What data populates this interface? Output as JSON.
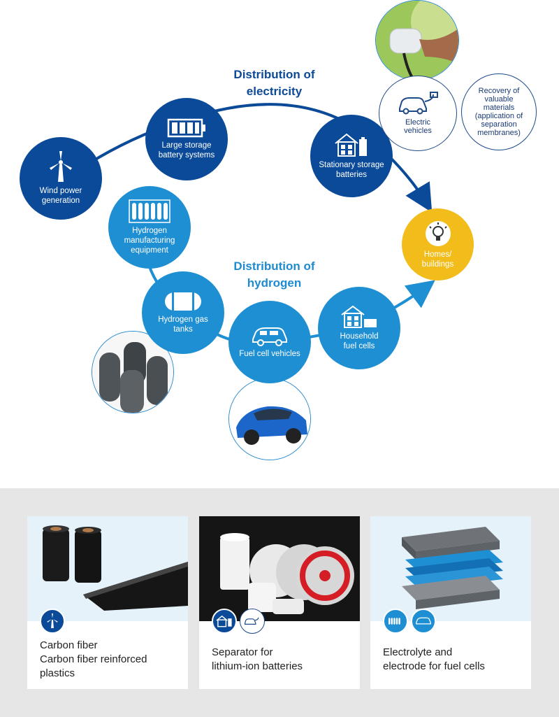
{
  "headings": {
    "electricity": [
      "Distribution of",
      "electricity"
    ],
    "hydrogen": [
      "Distribution of",
      "hydrogen"
    ]
  },
  "nodes": {
    "wind": [
      "Wind power",
      "generation"
    ],
    "large_storage": [
      "Large storage",
      "battery systems"
    ],
    "stationary": [
      "Stationary storage",
      "batteries"
    ],
    "h2_equipment": [
      "Hydrogen",
      "manufacturing",
      "equipment"
    ],
    "h2_tanks": [
      "Hydrogen gas",
      "tanks"
    ],
    "fcv": [
      "Fuel cell vehicles"
    ],
    "household": [
      "Household",
      "fuel cells"
    ],
    "homes": [
      "Homes/",
      "buildings"
    ],
    "ev": [
      "Electric",
      "vehicles"
    ],
    "recovery": [
      "Recovery of",
      "valuable",
      "materials",
      "(application of",
      "separation",
      "membranes)"
    ]
  },
  "cards": [
    {
      "lines": [
        "Carbon fiber",
        "Carbon fiber reinforced",
        "plastics"
      ],
      "icons": [
        "wind-turbine-icon"
      ]
    },
    {
      "lines": [
        "Separator for",
        "lithium-ion batteries"
      ],
      "icons": [
        "house-battery-icon",
        "electric-car-icon"
      ]
    },
    {
      "lines": [
        "Electrolyte and",
        "electrode for fuel cells"
      ],
      "icons": [
        "hydrogen-equipment-icon",
        "fuel-cell-car-icon"
      ]
    }
  ],
  "colors": {
    "dark_blue": "#0a4a98",
    "mid_blue": "#1f8fd4",
    "yellow": "#f2bc1b",
    "panel_grey": "#e6e6e6"
  }
}
